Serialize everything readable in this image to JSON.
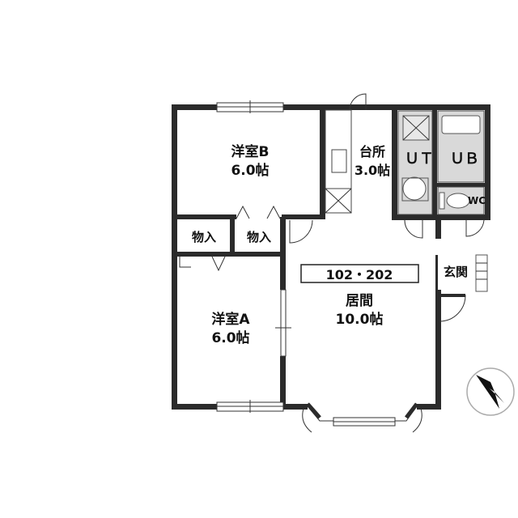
{
  "rooms": {
    "western_b": {
      "name": "洋室B",
      "size": "6.0帖"
    },
    "western_a": {
      "name": "洋室A",
      "size": "6.0帖"
    },
    "kitchen": {
      "name": "台所",
      "size": "3.0帖"
    },
    "living": {
      "name": "居間",
      "size": "10.0帖"
    },
    "storage_1": "物入",
    "storage_2": "物入",
    "utility": "ＵＴ",
    "bath": "ＵＢ",
    "toilet": "WC",
    "entrance": "玄関"
  },
  "unit_numbers": "102・202",
  "compass": {
    "icon": "compass-arrow-icon",
    "direction": "north-west"
  },
  "colors": {
    "wall": "#2b2b2b",
    "fixture": "#d9d9d9"
  }
}
